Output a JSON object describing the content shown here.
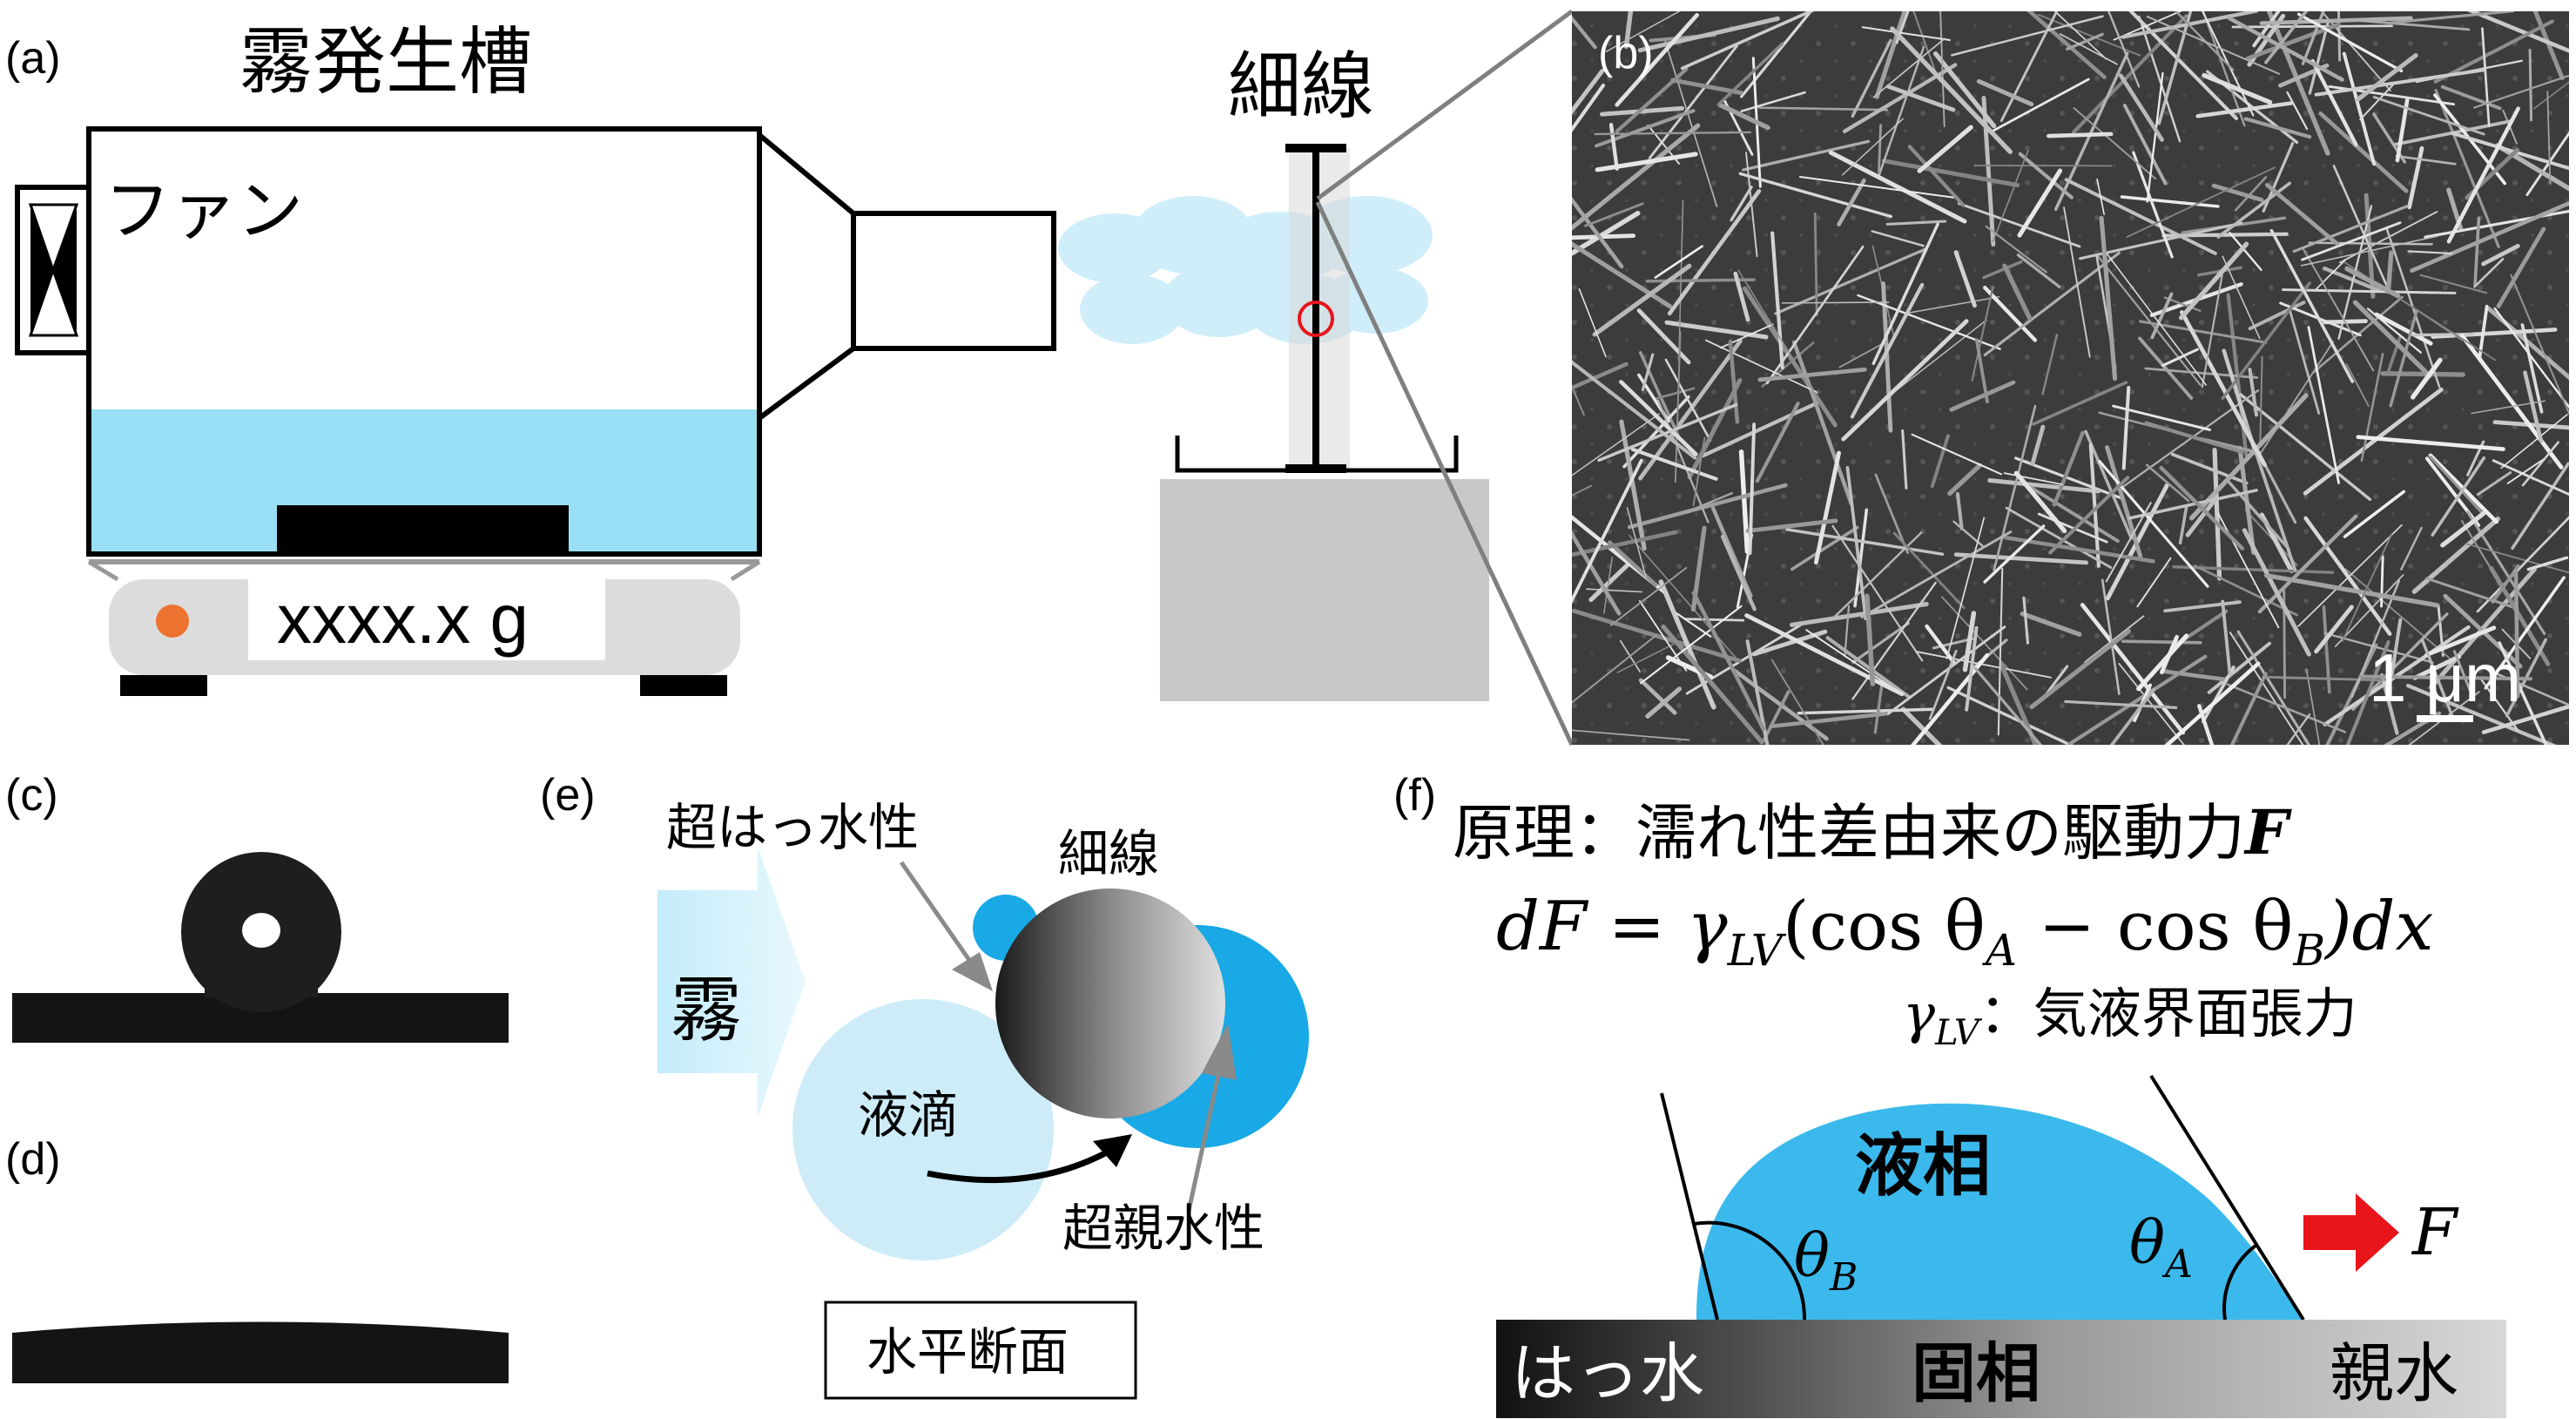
{
  "panels": {
    "a": {
      "label": "(a)",
      "title": "霧発生槽",
      "fan_label": "ファン",
      "scale_display": "xxxx.x g",
      "wire_label": "細線"
    },
    "b": {
      "label": "(b)",
      "scalebar_text": "1 μm"
    },
    "c": {
      "label": "(c)"
    },
    "d": {
      "label": "(d)"
    },
    "e": {
      "label": "(e)",
      "mist_label": "霧",
      "superhydrophobic": "超はっ水性",
      "wire_label": "細線",
      "droplet": "液滴",
      "superhydrophilic": "超親水性",
      "section_box": "水平断面"
    },
    "f": {
      "label": "(f)",
      "principle_prefix": "原理：濡れ性差由来の駆動力",
      "principle_F": "F",
      "eq_left": "dF = γ",
      "eq_sub": "LV",
      "eq_mid": "(cos θ",
      "eq_subA": "A",
      "eq_minus": " − cos θ",
      "eq_subB": "B",
      "eq_end": ")dx",
      "gamma": "γ",
      "gamma_sub": "LV",
      "gamma_desc": "：気液界面張力",
      "liquid_phase": "液相",
      "theta_A": "θ",
      "theta_A_sub": "A",
      "theta_B": "θ",
      "theta_B_sub": "B",
      "force_label": "F",
      "solid_phase": "固相",
      "solid_left": "はっ水",
      "solid_right": "親水"
    }
  },
  "colors": {
    "water": "#99dff5",
    "mist": "#cdeef9",
    "liquid": "#3bb9ec",
    "droplet_light": "#cdecf8",
    "arrow_red": "#e8151b",
    "scale_body": "#dcdcdc",
    "stage_gray": "#c8c8c8",
    "indicator": "#ed7330"
  }
}
